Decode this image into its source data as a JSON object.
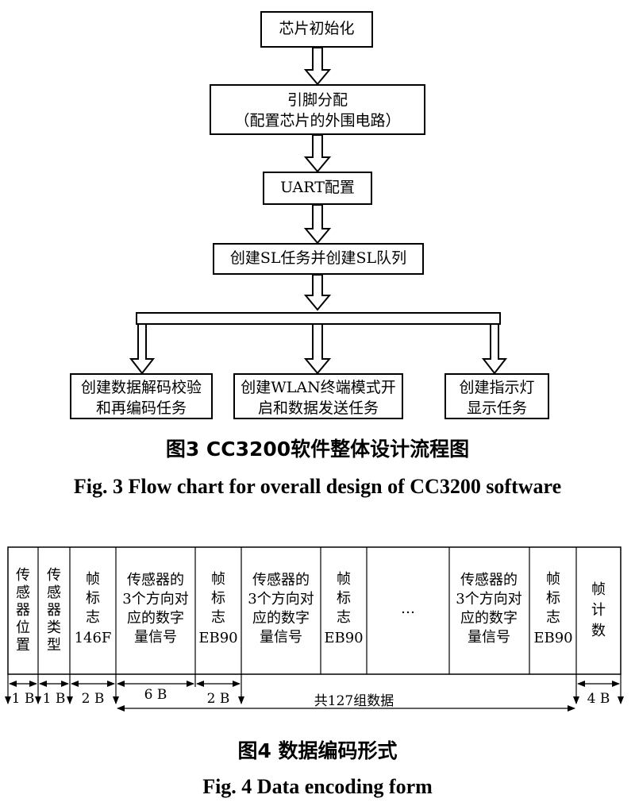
{
  "fig3": {
    "steps": {
      "init": "芯片初始化",
      "pin_line1": "引脚分配",
      "pin_line2": "（配置芯片的外围电路）",
      "uart": "UART配置",
      "sl": "创建SL任务并创建SL队列"
    },
    "tasks": {
      "decode_line1": "创建数据解码校验",
      "decode_line2": "和再编码任务",
      "wlan_line1": "创建WLAN终端模式开",
      "wlan_line2": "启和数据发送任务",
      "led_line1": "创建指示灯",
      "led_line2": "显示任务"
    },
    "caption_cn": "图3  CC3200软件整体设计流程图",
    "caption_en": "Fig. 3  Flow chart for overall design of CC3200 software"
  },
  "fig4": {
    "fields": {
      "pos": [
        "传",
        "感",
        "器",
        "位",
        "置"
      ],
      "type": [
        "传",
        "感",
        "器",
        "类",
        "型"
      ],
      "head": [
        "帧",
        "标",
        "志",
        "146F"
      ],
      "data": [
        "传感器的",
        "3个方向对",
        "应的数字",
        "量信号"
      ],
      "flag": [
        "帧",
        "标",
        "志",
        "EB90"
      ],
      "ellipsis": "…",
      "count": [
        "帧",
        "计",
        "数"
      ]
    },
    "sizes": {
      "pos": "1  B",
      "type": "1  B",
      "head": "2  B",
      "data": "6  B",
      "flag": "2  B",
      "groups": "共127组数据",
      "count": "4  B"
    },
    "caption_cn": "图4  数据编码形式",
    "caption_en": "Fig. 4  Data encoding form"
  }
}
